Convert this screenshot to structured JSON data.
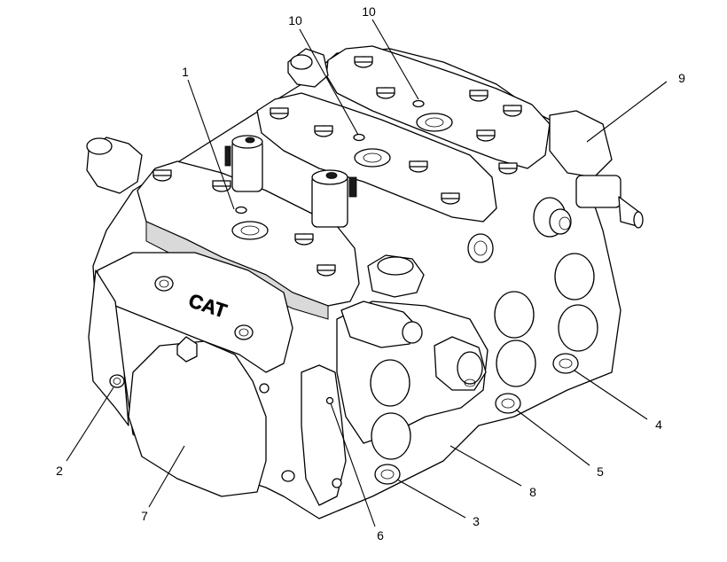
{
  "callouts": [
    {
      "id": "c1",
      "label": "1"
    },
    {
      "id": "c2",
      "label": "2"
    },
    {
      "id": "c3",
      "label": "3"
    },
    {
      "id": "c4",
      "label": "4"
    },
    {
      "id": "c5",
      "label": "5"
    },
    {
      "id": "c6",
      "label": "6"
    },
    {
      "id": "c7",
      "label": "7"
    },
    {
      "id": "c8",
      "label": "8"
    },
    {
      "id": "c9",
      "label": "9"
    },
    {
      "id": "c10a",
      "label": "10"
    },
    {
      "id": "c10b",
      "label": "10"
    }
  ],
  "logo_text": "CAT"
}
